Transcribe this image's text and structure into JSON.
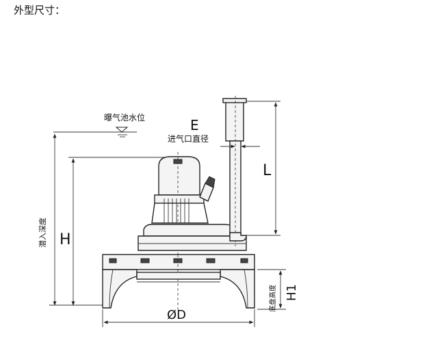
{
  "heading": "外型尺寸：",
  "diagram": {
    "water_level_label": "曝气池水位",
    "label_E": "E",
    "inlet_diameter_label": "进气口直径",
    "label_L": "L",
    "label_H": "H",
    "immersion_depth_label": "潜入深度",
    "label_H1": "H1",
    "base_height_label": "底盘高度",
    "label_D": "ØD"
  }
}
